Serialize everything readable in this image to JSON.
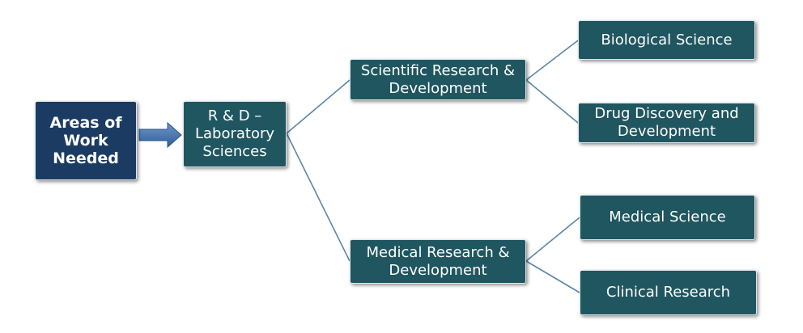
{
  "diagram": {
    "root": {
      "label": "Areas of\nWork\nNeeded"
    },
    "rd": {
      "label": "R & D –\nLaboratory\nSciences"
    },
    "scientific": {
      "label": "Scientific Research &\nDevelopment"
    },
    "medical": {
      "label": "Medical Research &\nDevelopment"
    },
    "biological": {
      "label": "Biological Science"
    },
    "drug": {
      "label": "Drug Discovery and\nDevelopment"
    },
    "medical_science": {
      "label": "Medical Science"
    },
    "clinical": {
      "label": "Clinical Research"
    }
  },
  "colors": {
    "root_fill": "#1b3b63",
    "node_fill": "#1f5660",
    "connector": "#5b88a8",
    "arrow_fill": "#3f6fa6"
  }
}
